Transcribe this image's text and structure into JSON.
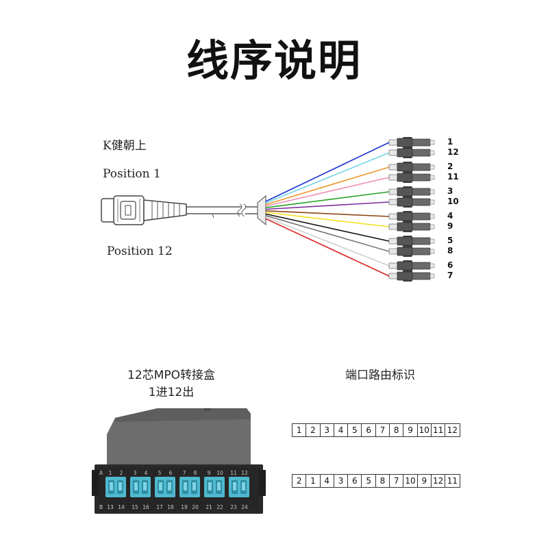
{
  "title": "线序说明",
  "cable": {
    "key_label": "K健朝上",
    "position_top": "Position 1",
    "position_bottom": "Position 12"
  },
  "fanout": {
    "connectors": [
      {
        "top": "1",
        "bottom": "12"
      },
      {
        "top": "2",
        "bottom": "11"
      },
      {
        "top": "3",
        "bottom": "10"
      },
      {
        "top": "4",
        "bottom": "9"
      },
      {
        "top": "5",
        "bottom": "8"
      },
      {
        "top": "6",
        "bottom": "7"
      }
    ],
    "fiber_colors": [
      "#1a2fd0",
      "#6fd3e6",
      "#f0962a",
      "#f08cb0",
      "#27a22a",
      "#7b2a9a",
      "#8b4513",
      "#f2e021",
      "#111111",
      "#777777",
      "#cfcfcf",
      "#d92020"
    ]
  },
  "module": {
    "caption_line1": "12芯MPO转接盒",
    "caption_line2": "1进12出",
    "row_a_letter": "A",
    "row_b_letter": "B",
    "top_labels": [
      "1",
      "2",
      "3",
      "4",
      "5",
      "6",
      "7",
      "8",
      "9",
      "10",
      "11",
      "12"
    ],
    "bottom_labels": [
      "13",
      "14",
      "15",
      "16",
      "17",
      "18",
      "19",
      "20",
      "21",
      "22",
      "23",
      "24"
    ],
    "adapter_color": "#4fb9cf"
  },
  "routing": {
    "caption": "端口路由标识",
    "row1": [
      "1",
      "2",
      "3",
      "4",
      "5",
      "6",
      "7",
      "8",
      "9",
      "10",
      "11",
      "12"
    ],
    "row2": [
      "2",
      "1",
      "4",
      "3",
      "6",
      "5",
      "8",
      "7",
      "10",
      "9",
      "12",
      "11"
    ]
  }
}
